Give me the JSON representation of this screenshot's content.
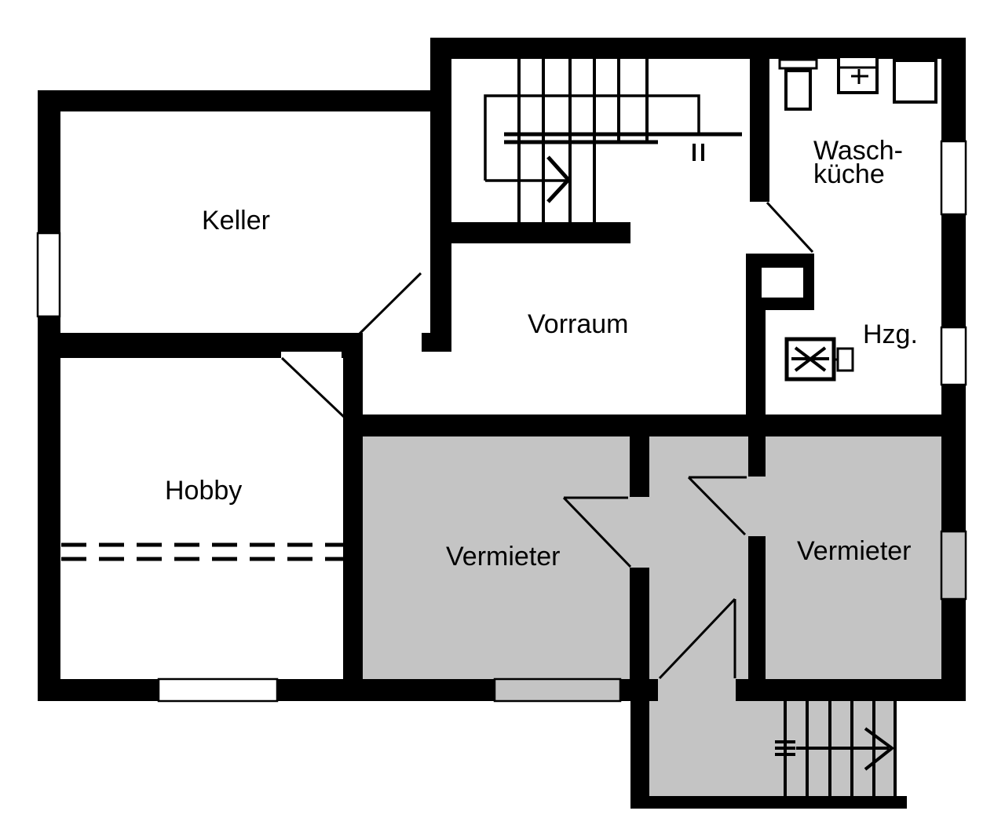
{
  "labels": {
    "keller": "Keller",
    "vorraum": "Vorraum",
    "waschkueche_line1": "Wasch-",
    "waschkueche_line2": "küche",
    "hzg": "Hzg.",
    "vermieter_left": "Vermieter",
    "vermieter_right": "Vermieter",
    "hobby": "Hobby"
  },
  "colors": {
    "wall": "#000000",
    "floor": "#ffffff",
    "rented_area_fill": "#c4c4c4",
    "line": "#000000"
  },
  "icons": {
    "upper_staircase": "staircase-icon",
    "exterior_staircase": "staircase-icon",
    "direction_arrow": "direction-arrow-icon",
    "heating_boiler": "heater-icon",
    "chimney": "chimney-icon",
    "laundry_sink": "sink-icon",
    "washbasin": "washbasin-icon",
    "washing_machine": "washing-machine-icon",
    "door_swing": "door-swing-icon",
    "window": "window-icon"
  }
}
